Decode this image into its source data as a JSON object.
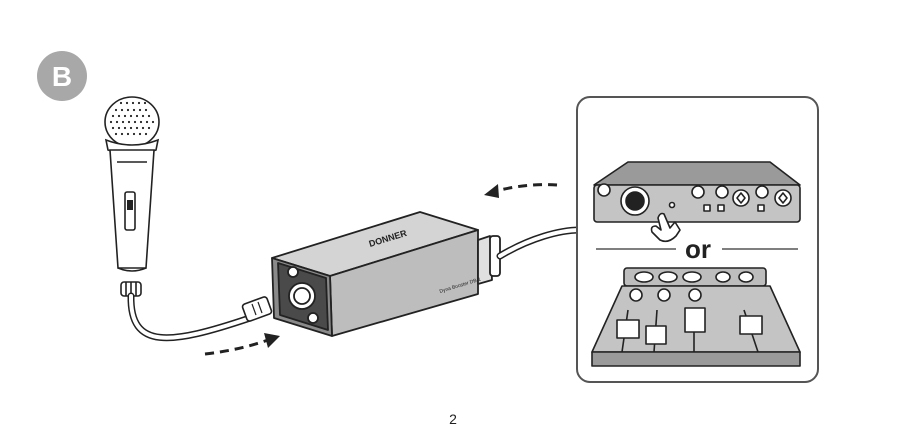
{
  "step": {
    "label": "B"
  },
  "connector": {
    "brand": "DONNER",
    "model": "Dyna Booster  DB-1"
  },
  "choice": {
    "or_label": "or"
  },
  "page": {
    "number": "2"
  },
  "colors": {
    "badge": "#a8a8a8",
    "device_fill": "#bdbdbd",
    "device_dark": "#4a4a4a",
    "outline": "#222222",
    "panel_border": "#555555"
  }
}
